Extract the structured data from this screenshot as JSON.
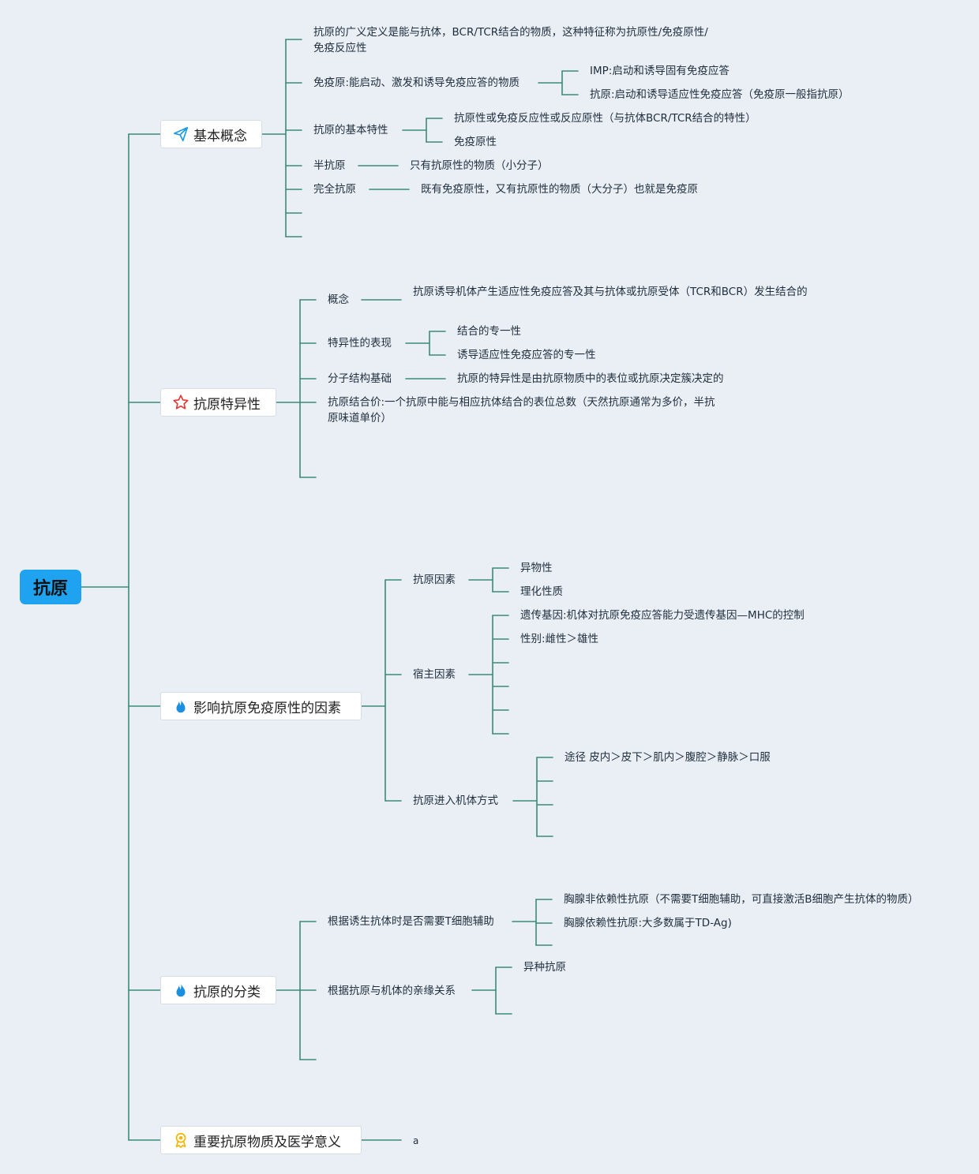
{
  "root": {
    "label": "抗原"
  },
  "branches": [
    {
      "label": "基本概念",
      "icon": "paper-plane-icon",
      "items": [
        "抗原的广义定义是能与抗体，BCR/TCR结合的物质，这种特征称为抗原性/免疫原性/免疫反应性",
        "免疫原:能启动、激发和诱导免疫应答的物质",
        "IMP:启动和诱导固有免疫应答",
        "抗原:启动和诱导适应性免疫应答（免疫原一般指抗原）",
        "抗原的基本特性",
        "抗原性或免疫反应性或反应原性（与抗体BCR/TCR结合的特性）",
        "免疫原性",
        "半抗原",
        "只有抗原性的物质（小分子）",
        "完全抗原",
        "既有免疫原性，又有抗原性的物质（大分子）也就是免疫原"
      ]
    },
    {
      "label": "抗原特异性",
      "icon": "star-icon",
      "items": [
        "概念",
        "抗原诱导机体产生适应性免疫应答及其与抗体或抗原受体（TCR和BCR）发生结合的",
        "特异性的表现",
        "结合的专一性",
        "诱导适应性免疫应答的专一性",
        "分子结构基础",
        "抗原的特异性是由抗原物质中的表位或抗原决定簇决定的",
        "抗原结合价:一个抗原中能与相应抗体结合的表位总数（天然抗原通常为多价，半抗原味道单价）"
      ]
    },
    {
      "label": "影响抗原免疫原性的因素",
      "icon": "flame-icon",
      "items": [
        "抗原因素",
        "异物性",
        "理化性质",
        "宿主因素",
        "遗传基因:机体对抗原免疫应答能力受遗传基因—MHC的控制",
        "性别:雌性＞雄性",
        "抗原进入机体方式",
        "途径 皮内＞皮下＞肌内＞腹腔＞静脉＞口服"
      ]
    },
    {
      "label": "抗原的分类",
      "icon": "flame-icon",
      "items": [
        "根据诱生抗体时是否需要T细胞辅助",
        "胸腺非依赖性抗原（不需要T细胞辅助，可直接激活B细胞产生抗体的物质）",
        "胸腺依赖性抗原:大多数属于TD-Ag)",
        "根据抗原与机体的亲缘关系",
        "异种抗原"
      ]
    },
    {
      "label": "重要抗原物质及医学意义",
      "icon": "award-badge-icon",
      "items": [
        "a"
      ]
    }
  ],
  "colors": {
    "connector": "#3b8a7b",
    "root_fill": "#1fa3f0",
    "background": "#e9eff5",
    "plane_icon": "#1a9be0",
    "star_icon": "#e53935",
    "flame_icon": "#1a8fe0",
    "badge_icon": "#f2b500"
  }
}
